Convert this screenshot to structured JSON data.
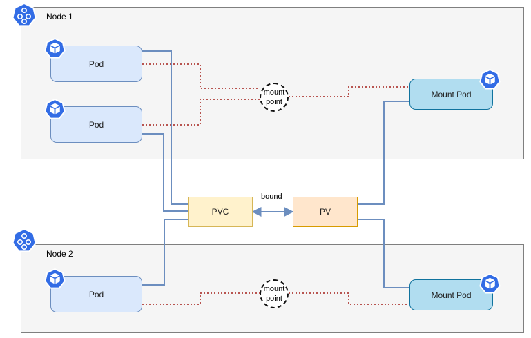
{
  "nodes": [
    {
      "label": "Node 1"
    },
    {
      "label": "Node 2"
    }
  ],
  "pods": [
    "Pod",
    "Pod",
    "Pod"
  ],
  "mount_pods": [
    "Mount Pod",
    "Mount Pod"
  ],
  "pvc": {
    "label": "PVC"
  },
  "pv": {
    "label": "PV"
  },
  "bound": {
    "label": "bound"
  },
  "mount_points": [
    {
      "line1": "mount",
      "line2": "point"
    },
    {
      "line1": "mount",
      "line2": "point"
    }
  ],
  "icons": {
    "node": "kubernetes-node-icon",
    "pod": "kubernetes-pod-icon"
  },
  "colors": {
    "link": "#6c8ebf",
    "mount_link": "#b85450",
    "k8s_blue": "#326ce5"
  }
}
